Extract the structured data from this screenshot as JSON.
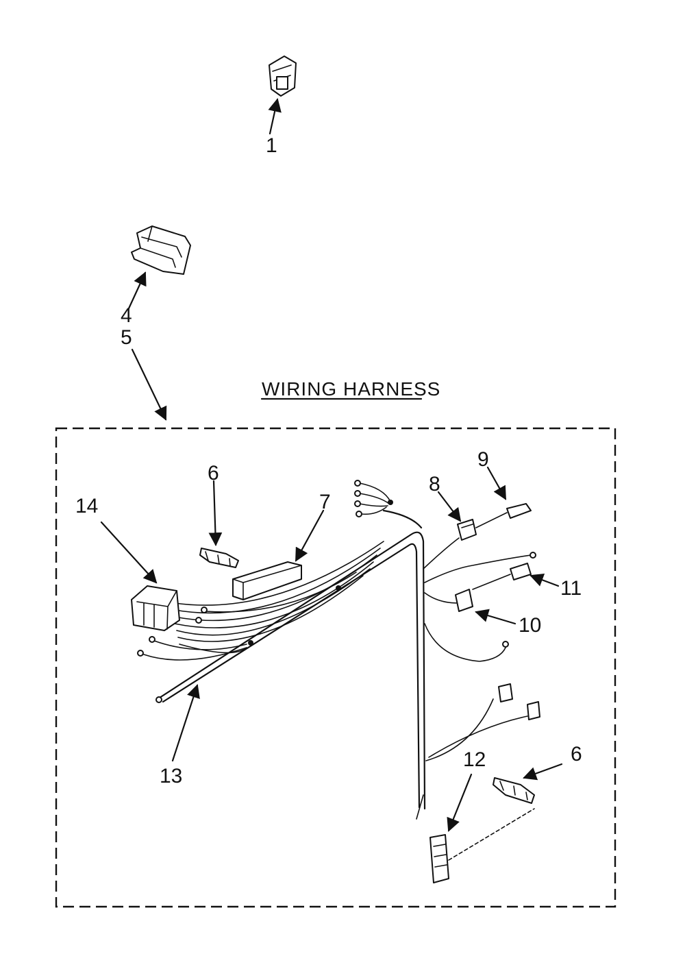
{
  "diagram": {
    "title": "WIRING HARNESS",
    "callouts": {
      "c1": "1",
      "c4": "4",
      "c5": "5",
      "c6a": "6",
      "c6b": "6",
      "c7": "7",
      "c8": "8",
      "c9": "9",
      "c10": "10",
      "c11": "11",
      "c12": "12",
      "c13": "13",
      "c14": "14"
    }
  }
}
